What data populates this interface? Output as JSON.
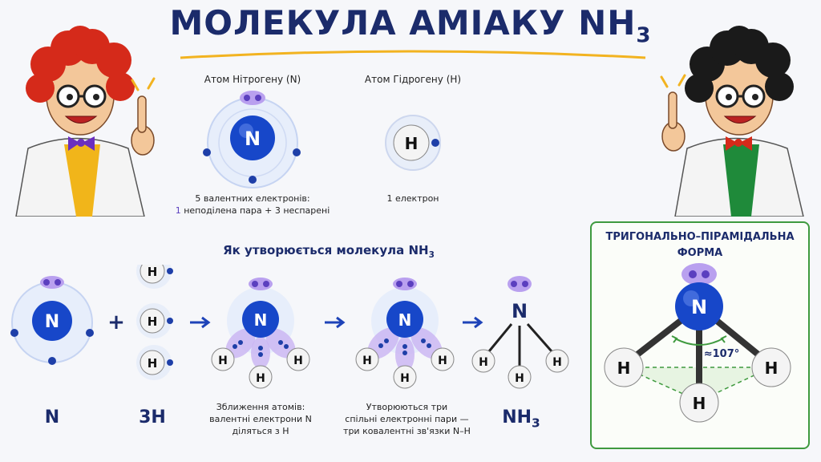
{
  "title": {
    "main": "МОЛЕКУЛА АМІАКУ NH",
    "sub": "3"
  },
  "atoms_top": {
    "nitrogen_label": "Атом Нітрогену (N)",
    "hydrogen_label": "Атом Гідрогену (H)",
    "nitrogen_desc_line1": "5 валентних електронів:",
    "nitrogen_desc_line2_a": "1",
    "nitrogen_desc_line2_b": " неподілена пара + 3 неспарені",
    "hydrogen_desc": "1 електрон"
  },
  "formation": {
    "subtitle_main": "Як утворюється молекула NH",
    "subtitle_sub": "3",
    "label_n": "N",
    "label_3h": "3H",
    "label_nh3_main": "NH",
    "label_nh3_sub": "3",
    "step1_line1": "Зближення атомів:",
    "step1_line2": "валентні електрони N",
    "step1_line3": "діляться з H",
    "step2_line1": "Утворюються три",
    "step2_line2": "спільні електронні пари —",
    "step2_line3": "три ковалентні зв'язки N–H",
    "plus": "+"
  },
  "shape": {
    "title_line1": "ТРИГОНАЛЬНО–ПІРАМІДАЛЬНА",
    "title_line2": "ФОРМА",
    "angle": "≈107°"
  },
  "symbols": {
    "n": "N",
    "h": "H"
  },
  "colors": {
    "nitrogen": "#1747c9",
    "hydrogen": "#e9e9e9",
    "electron": "#1e3fa8",
    "lone_pair": "#9a78e0",
    "arrow": "#1e43b8",
    "frame": "#3f9a3f"
  }
}
